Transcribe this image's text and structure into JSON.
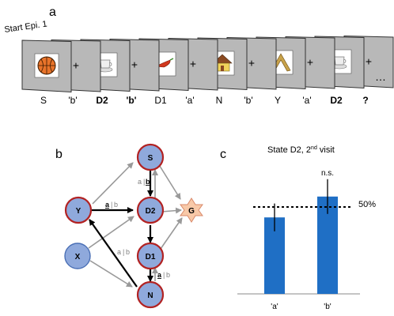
{
  "panel_a": {
    "letter": "a",
    "start_label": "Start Epi. 1",
    "sequence": [
      {
        "label": "S",
        "bold": false,
        "icon": "basketball-icon"
      },
      {
        "label": "'b'",
        "bold": false,
        "icon": "plus-sign"
      },
      {
        "label": "D2",
        "bold": true,
        "icon": "cup-icon"
      },
      {
        "label": "'b'",
        "bold": true,
        "icon": "plus-sign"
      },
      {
        "label": "D1",
        "bold": false,
        "icon": "chili-pepper-icon"
      },
      {
        "label": "'a'",
        "bold": false,
        "icon": "plus-sign"
      },
      {
        "label": "N",
        "bold": false,
        "icon": "house-icon"
      },
      {
        "label": "'b'",
        "bold": false,
        "icon": "plus-sign"
      },
      {
        "label": "Y",
        "bold": false,
        "icon": "boomerang-icon"
      },
      {
        "label": "'a'",
        "bold": false,
        "icon": "plus-sign"
      },
      {
        "label": "D2",
        "bold": true,
        "icon": "cup-icon"
      },
      {
        "label": "?",
        "bold": true,
        "icon": "plus-sign"
      }
    ],
    "ellipsis": "…"
  },
  "panel_b": {
    "letter": "b",
    "nodes": {
      "S": "S",
      "D2": "D2",
      "D1": "D1",
      "N": "N",
      "Y": "Y",
      "X": "X",
      "G": "G"
    },
    "edge_labels": {
      "s_d2_a": "a",
      "s_d2_sep": "|",
      "s_d2_b": "b",
      "y_d2_a": "a",
      "y_d2_sep": "|",
      "y_d2_b": "b",
      "x_d1_a": "a",
      "x_d1_sep": "|",
      "x_d1_b": "b",
      "d1_n_a": "a",
      "d1_n_sep": "|",
      "d1_n_b": "b"
    },
    "colors": {
      "node_fill": "#8FA9DC",
      "node_stroke_red": "#B22222",
      "node_stroke_blue": "#4A6FB5",
      "goal_fill": "#F8C9A8",
      "goal_stroke": "#D9896A",
      "grey_arrow": "#999999"
    }
  },
  "panel_c": {
    "letter": "c",
    "title": "State D2, 2nd visit",
    "title_main": "State D2, 2",
    "title_sup": "nd",
    "title_end": " visit",
    "reference_label": "50%",
    "significance": "n.s.",
    "chart_data": {
      "type": "bar",
      "categories": [
        "'a'",
        "'b'"
      ],
      "values": [
        0.44,
        0.56
      ],
      "errors": [
        0.08,
        0.1
      ],
      "reference_line": 0.5,
      "bar_color": "#1F6FC5"
    }
  }
}
